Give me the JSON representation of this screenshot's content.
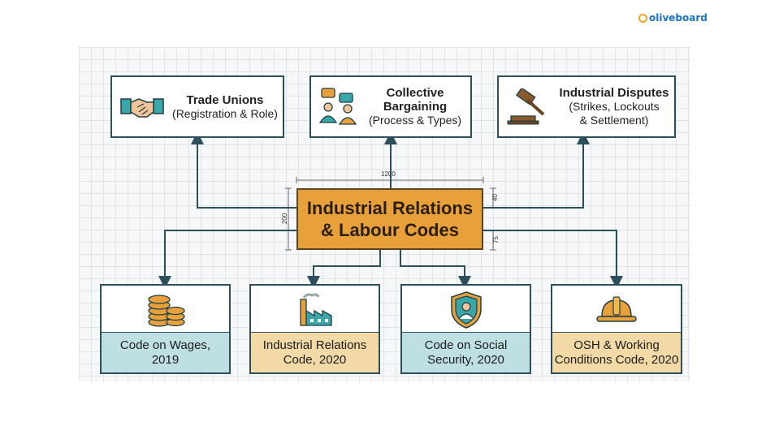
{
  "brand": {
    "logo_text": "oliveboard"
  },
  "center": {
    "line1": "Industrial Relations",
    "line2": "& Labour Codes"
  },
  "top_boxes": [
    {
      "title": "Trade Unions",
      "sub1": "(Registration & Role)",
      "sub2": "",
      "icon": "handshake-icon"
    },
    {
      "title": "Collective",
      "title2": "Bargaining",
      "sub1": "(Process & Types)",
      "icon": "people-chat-icon"
    },
    {
      "title": "Industrial Disputes",
      "sub1": "(Strikes, Lockouts",
      "sub2": "& Settlement)",
      "icon": "gavel-icon"
    }
  ],
  "bottom_boxes": [
    {
      "line1": "Code on Wages,",
      "line2": "2019",
      "icon": "coins-icon",
      "color": "#bfe0e2"
    },
    {
      "line1": "Industrial Relations",
      "line2": "Code, 2020",
      "icon": "factory-icon",
      "color": "#f2d9a6"
    },
    {
      "line1": "Code on Social",
      "line2": "Security, 2020",
      "icon": "shield-person-icon",
      "color": "#bfe0e2"
    },
    {
      "line1": "OSH & Working",
      "line2": "Conditions Code, 2020",
      "icon": "hard-hat-icon",
      "color": "#f2d9a6"
    }
  ],
  "dimensions": {
    "width": "1200",
    "height": "200",
    "top_offset": "40",
    "bottom_offset": "75"
  },
  "colors": {
    "center_fill": "#e8a13a",
    "teal": "#bfe0e2",
    "tan": "#f2d9a6",
    "stroke": "#2d4f5c"
  }
}
